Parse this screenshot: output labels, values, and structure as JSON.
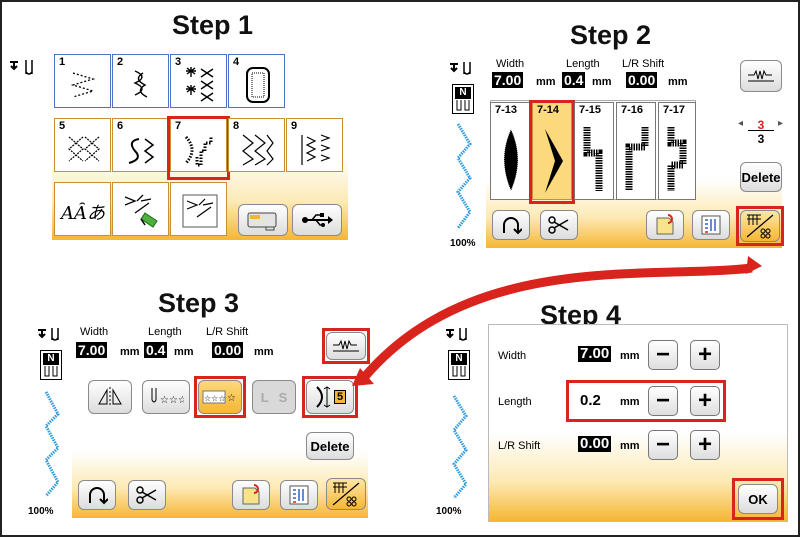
{
  "steps": {
    "step1": "Step 1",
    "step2": "Step 2",
    "step3": "Step 3",
    "step4": "Step 4"
  },
  "step1": {
    "tiles": [
      "1",
      "2",
      "3",
      "4",
      "5",
      "6",
      "7",
      "8",
      "9"
    ],
    "char_tile": "AȂあ"
  },
  "step2": {
    "width_label": "Width",
    "length_label": "Length",
    "shift_label": "L/R Shift",
    "width_value": "7.00",
    "length_value": "0.4",
    "shift_value": "0.00",
    "unit": "mm",
    "stitches": [
      "7-13",
      "7-14",
      "7-15",
      "7-16",
      "7-17"
    ],
    "page_current": "3",
    "page_total": "3",
    "delete_label": "Delete",
    "zoom": "100%"
  },
  "step3": {
    "width_label": "Width",
    "length_label": "Length",
    "shift_label": "L/R Shift",
    "width_value": "7.00",
    "length_value": "0.4",
    "shift_value": "0.00",
    "unit": "mm",
    "l_label": "L",
    "s_label": "S",
    "density_value": "5",
    "delete_label": "Delete",
    "zoom": "100%"
  },
  "step4": {
    "width_label": "Width",
    "length_label": "Length",
    "shift_label": "L/R Shift",
    "width_value": "7.00",
    "length_value": "0.2",
    "shift_value": "0.00",
    "unit": "mm",
    "minus": "−",
    "plus": "+",
    "ok_label": "OK",
    "zoom": "100%"
  },
  "presser_foot_letter": "N",
  "colors": {
    "highlight": "#d8241c",
    "accent_yellow": "#f6b634",
    "stitch_blue": "#2e9be0"
  }
}
